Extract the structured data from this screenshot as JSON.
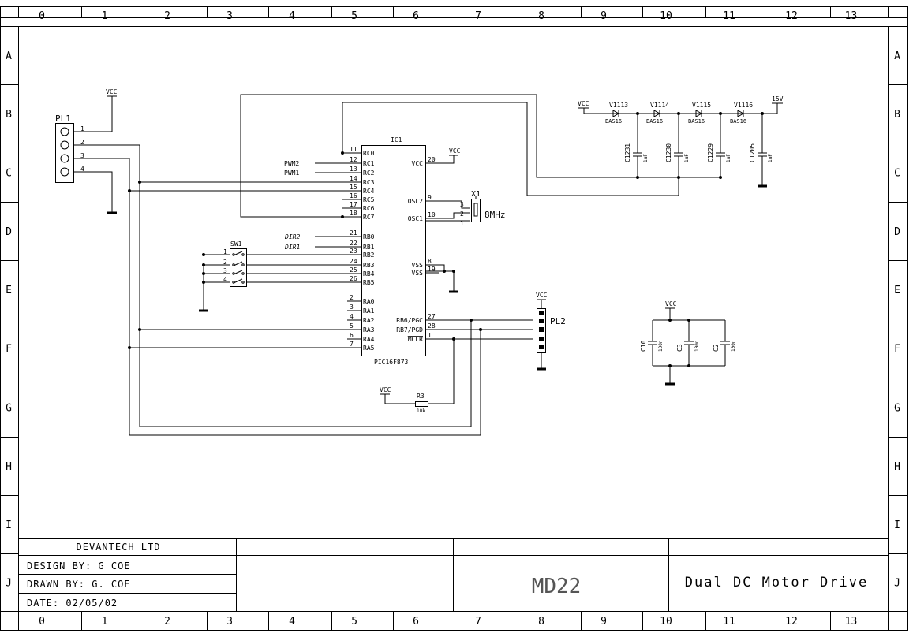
{
  "border": {
    "columns": [
      "0",
      "1",
      "2",
      "3",
      "4",
      "5",
      "6",
      "7",
      "8",
      "9",
      "10",
      "11",
      "12",
      "13"
    ],
    "rows": [
      "A",
      "B",
      "C",
      "D",
      "E",
      "F",
      "G",
      "H",
      "I",
      "J"
    ]
  },
  "title_block": {
    "company": "DEVANTECH LTD",
    "design_by": "DESIGN BY: G COE",
    "drawn_by": "DRAWN BY: G. COE",
    "date": "DATE: 02/05/02",
    "part": "MD22",
    "description": "Dual DC Motor Drive"
  },
  "ic": {
    "ref": "IC1",
    "part": "PIC16F873",
    "vcc_label": "VCC",
    "left_pins": [
      {
        "num": "11",
        "name": "RC0"
      },
      {
        "num": "12",
        "name": "RC1"
      },
      {
        "num": "13",
        "name": "RC2"
      },
      {
        "num": "14",
        "name": "RC3"
      },
      {
        "num": "15",
        "name": "RC4"
      },
      {
        "num": "16",
        "name": "RC5"
      },
      {
        "num": "17",
        "name": "RC6"
      },
      {
        "num": "18",
        "name": "RC7"
      },
      {
        "num": "21",
        "name": "RB0"
      },
      {
        "num": "22",
        "name": "RB1"
      },
      {
        "num": "23",
        "name": "RB2"
      },
      {
        "num": "24",
        "name": "RB3"
      },
      {
        "num": "25",
        "name": "RB4"
      },
      {
        "num": "26",
        "name": "RB5"
      },
      {
        "num": "2",
        "name": "RA0"
      },
      {
        "num": "3",
        "name": "RA1"
      },
      {
        "num": "4",
        "name": "RA2"
      },
      {
        "num": "5",
        "name": "RA3"
      },
      {
        "num": "6",
        "name": "RA4"
      },
      {
        "num": "7",
        "name": "RA5"
      }
    ],
    "right_pins": [
      {
        "num": "20",
        "name": "VCC"
      },
      {
        "num": "9",
        "name": "OSC2"
      },
      {
        "num": "10",
        "name": "OSC1"
      },
      {
        "num": "8",
        "name": "VSS"
      },
      {
        "num": "19",
        "name": "VSS"
      },
      {
        "num": "27",
        "name": "RB6/PGC"
      },
      {
        "num": "28",
        "name": "RB7/PGD"
      },
      {
        "num": "1",
        "name": "MCLR"
      }
    ]
  },
  "nets": {
    "pwm2": "PWM2",
    "pwm1": "PWM1",
    "dir2": "DIR2",
    "dir1": "DIR1",
    "vcc": "VCC",
    "v15": "15V"
  },
  "pl1": {
    "ref": "PL1",
    "pins": [
      "1",
      "2",
      "3",
      "4"
    ]
  },
  "pl2": {
    "ref": "PL2"
  },
  "sw1": {
    "ref": "SW1",
    "pins": [
      "1",
      "2",
      "3",
      "4"
    ]
  },
  "crystal": {
    "ref": "X1",
    "value": "8MHz",
    "pins": [
      "3",
      "2",
      "1"
    ]
  },
  "r3": {
    "ref": "R3",
    "value": "10k"
  },
  "diodes": [
    {
      "ref": "V1113",
      "part": "BAS16"
    },
    {
      "ref": "V1114",
      "part": "BAS16"
    },
    {
      "ref": "V1115",
      "part": "BAS16"
    },
    {
      "ref": "V1116",
      "part": "BAS16"
    }
  ],
  "pump_caps": [
    {
      "ref": "C1231",
      "value": "1uF"
    },
    {
      "ref": "C1230",
      "value": "1uF"
    },
    {
      "ref": "C1229",
      "value": "1uF"
    },
    {
      "ref": "C1205",
      "value": "1uF"
    }
  ],
  "decoupling_caps": [
    {
      "ref": "C10",
      "value": "100n"
    },
    {
      "ref": "C3",
      "value": "100n"
    },
    {
      "ref": "C2",
      "value": "100n"
    }
  ]
}
